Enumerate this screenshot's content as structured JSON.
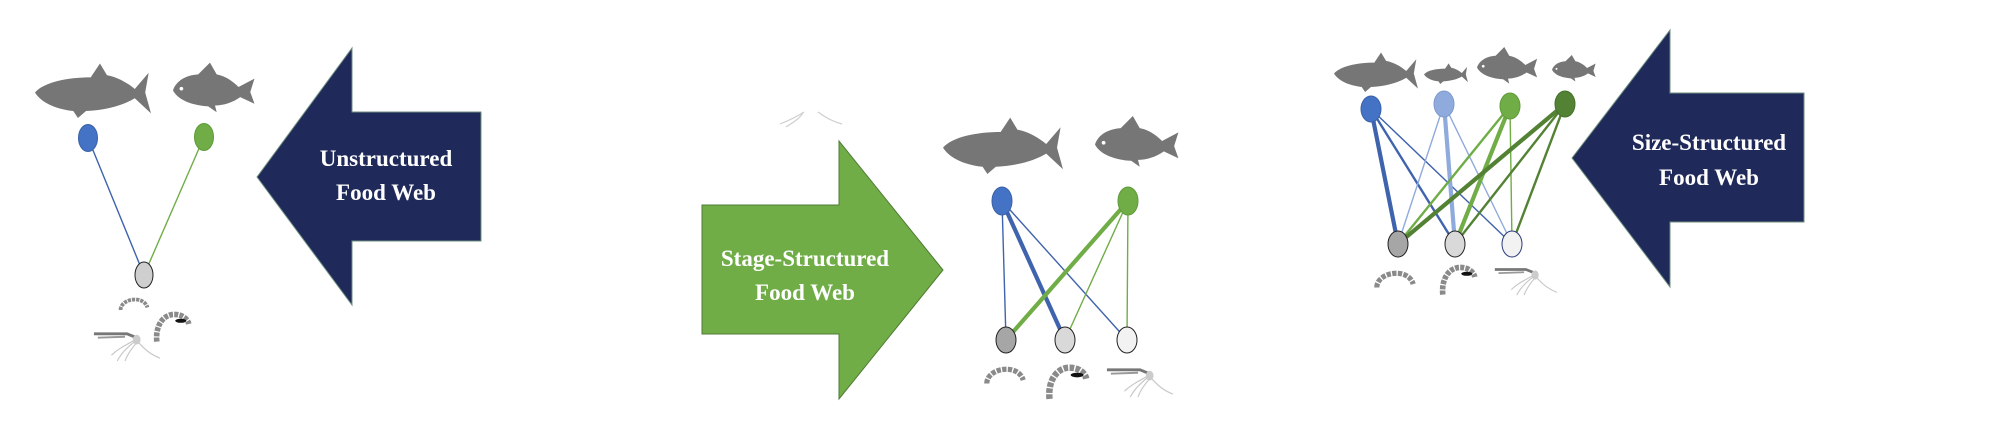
{
  "panels": {
    "unstructured": {
      "label_line1": "Unstructured",
      "label_line2": "Food Web"
    },
    "stage": {
      "label_line1": "Stage-Structured",
      "label_line2": "Food Web"
    },
    "size": {
      "label_line1": "Size-Structured",
      "label_line2": "Food Web"
    }
  },
  "colors": {
    "navy_arrow": "#1f2a5a",
    "green_arrow": "#70ad47",
    "fish": "#767676",
    "blue": "#4472c4",
    "light_blue": "#8faadc",
    "green": "#70ad47",
    "dark_green": "#548235",
    "prey_dark": "#a6a6a6",
    "prey_mid": "#d9d9d9",
    "prey_light": "#f2f2f2"
  },
  "edges": {
    "unstructured": [
      {
        "from": "u_blue",
        "to": "u_prey",
        "weight": "thin"
      },
      {
        "from": "u_green",
        "to": "u_prey",
        "weight": "thin"
      }
    ],
    "stage": [
      {
        "from": "s_blue",
        "to": "s_p1",
        "weight": "thin"
      },
      {
        "from": "s_blue",
        "to": "s_p2",
        "weight": "thick"
      },
      {
        "from": "s_blue",
        "to": "s_p3",
        "weight": "thin"
      },
      {
        "from": "s_green",
        "to": "s_p1",
        "weight": "thick"
      },
      {
        "from": "s_green",
        "to": "s_p2",
        "weight": "thin"
      },
      {
        "from": "s_green",
        "to": "s_p3",
        "weight": "thin"
      }
    ],
    "size": [
      {
        "from": "z_blue",
        "to": "z_p1",
        "weight": "thick"
      },
      {
        "from": "z_blue",
        "to": "z_p2",
        "weight": "medium"
      },
      {
        "from": "z_blue",
        "to": "z_p3",
        "weight": "thin"
      },
      {
        "from": "z_lblue",
        "to": "z_p1",
        "weight": "thin"
      },
      {
        "from": "z_lblue",
        "to": "z_p2",
        "weight": "thick"
      },
      {
        "from": "z_lblue",
        "to": "z_p3",
        "weight": "thin"
      },
      {
        "from": "z_green",
        "to": "z_p1",
        "weight": "medium"
      },
      {
        "from": "z_green",
        "to": "z_p2",
        "weight": "thick"
      },
      {
        "from": "z_green",
        "to": "z_p3",
        "weight": "thin"
      },
      {
        "from": "z_dgreen",
        "to": "z_p1",
        "weight": "thick"
      },
      {
        "from": "z_dgreen",
        "to": "z_p2",
        "weight": "medium"
      },
      {
        "from": "z_dgreen",
        "to": "z_p3",
        "weight": "medium"
      }
    ]
  }
}
